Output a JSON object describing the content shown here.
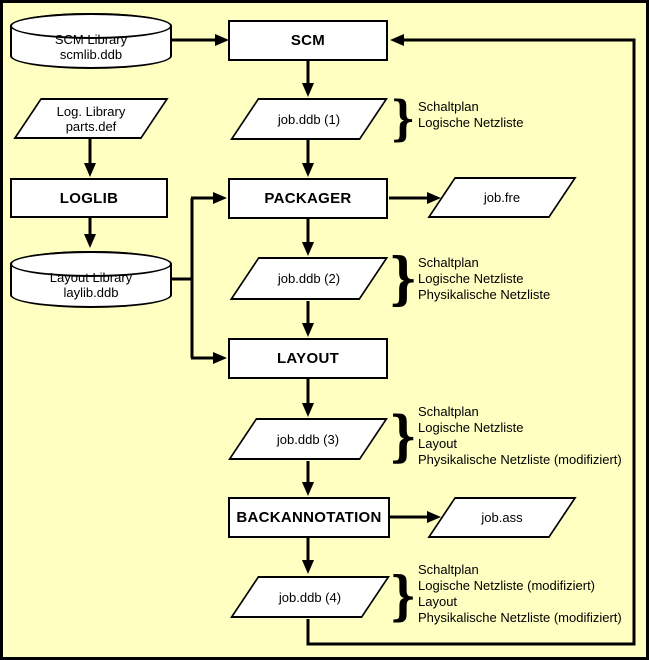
{
  "diagram": {
    "colors": {
      "background": "#FFFFC2",
      "shape_fill": "#FFFFFF",
      "line": "#000000"
    }
  },
  "nodes": {
    "scm_library": {
      "type": "database-cylinder",
      "lines": [
        "SCM Library",
        "scmlib.ddb"
      ]
    },
    "scm": {
      "type": "process",
      "label": "SCM"
    },
    "job_ddb_1": {
      "type": "data-file",
      "label": "job.ddb (1)"
    },
    "log_library": {
      "type": "data-file",
      "lines": [
        "Log. Library",
        "parts.def"
      ]
    },
    "loglib": {
      "type": "process",
      "label": "LOGLIB"
    },
    "layout_library": {
      "type": "database-cylinder",
      "lines": [
        "Layout Library",
        "laylib.ddb"
      ]
    },
    "packager": {
      "type": "process",
      "label": "PACKAGER"
    },
    "job_fre": {
      "type": "data-file",
      "label": "job.fre"
    },
    "job_ddb_2": {
      "type": "data-file",
      "label": "job.ddb (2)"
    },
    "layout": {
      "type": "process",
      "label": "LAYOUT"
    },
    "job_ddb_3": {
      "type": "data-file",
      "label": "job.ddb (3)"
    },
    "backannotation": {
      "type": "process",
      "label": "BACKANNOTATION"
    },
    "job_ass": {
      "type": "data-file",
      "label": "job.ass"
    },
    "job_ddb_4": {
      "type": "data-file",
      "label": "job.ddb (4)"
    }
  },
  "annotations": {
    "brace_glyph": "}",
    "a1": {
      "lines": [
        "Schaltplan",
        "Logische Netzliste"
      ]
    },
    "a2": {
      "lines": [
        "Schaltplan",
        "Logische Netzliste",
        "Physikalische Netzliste"
      ]
    },
    "a3": {
      "lines": [
        "Schaltplan",
        "Logische Netzliste",
        "Layout",
        "Physikalische Netzliste (modifiziert)"
      ]
    },
    "a4": {
      "lines": [
        "Schaltplan",
        "Logische Netzliste (modifiziert)",
        "Layout",
        "Physikalische Netzliste (modifiziert)"
      ]
    }
  }
}
